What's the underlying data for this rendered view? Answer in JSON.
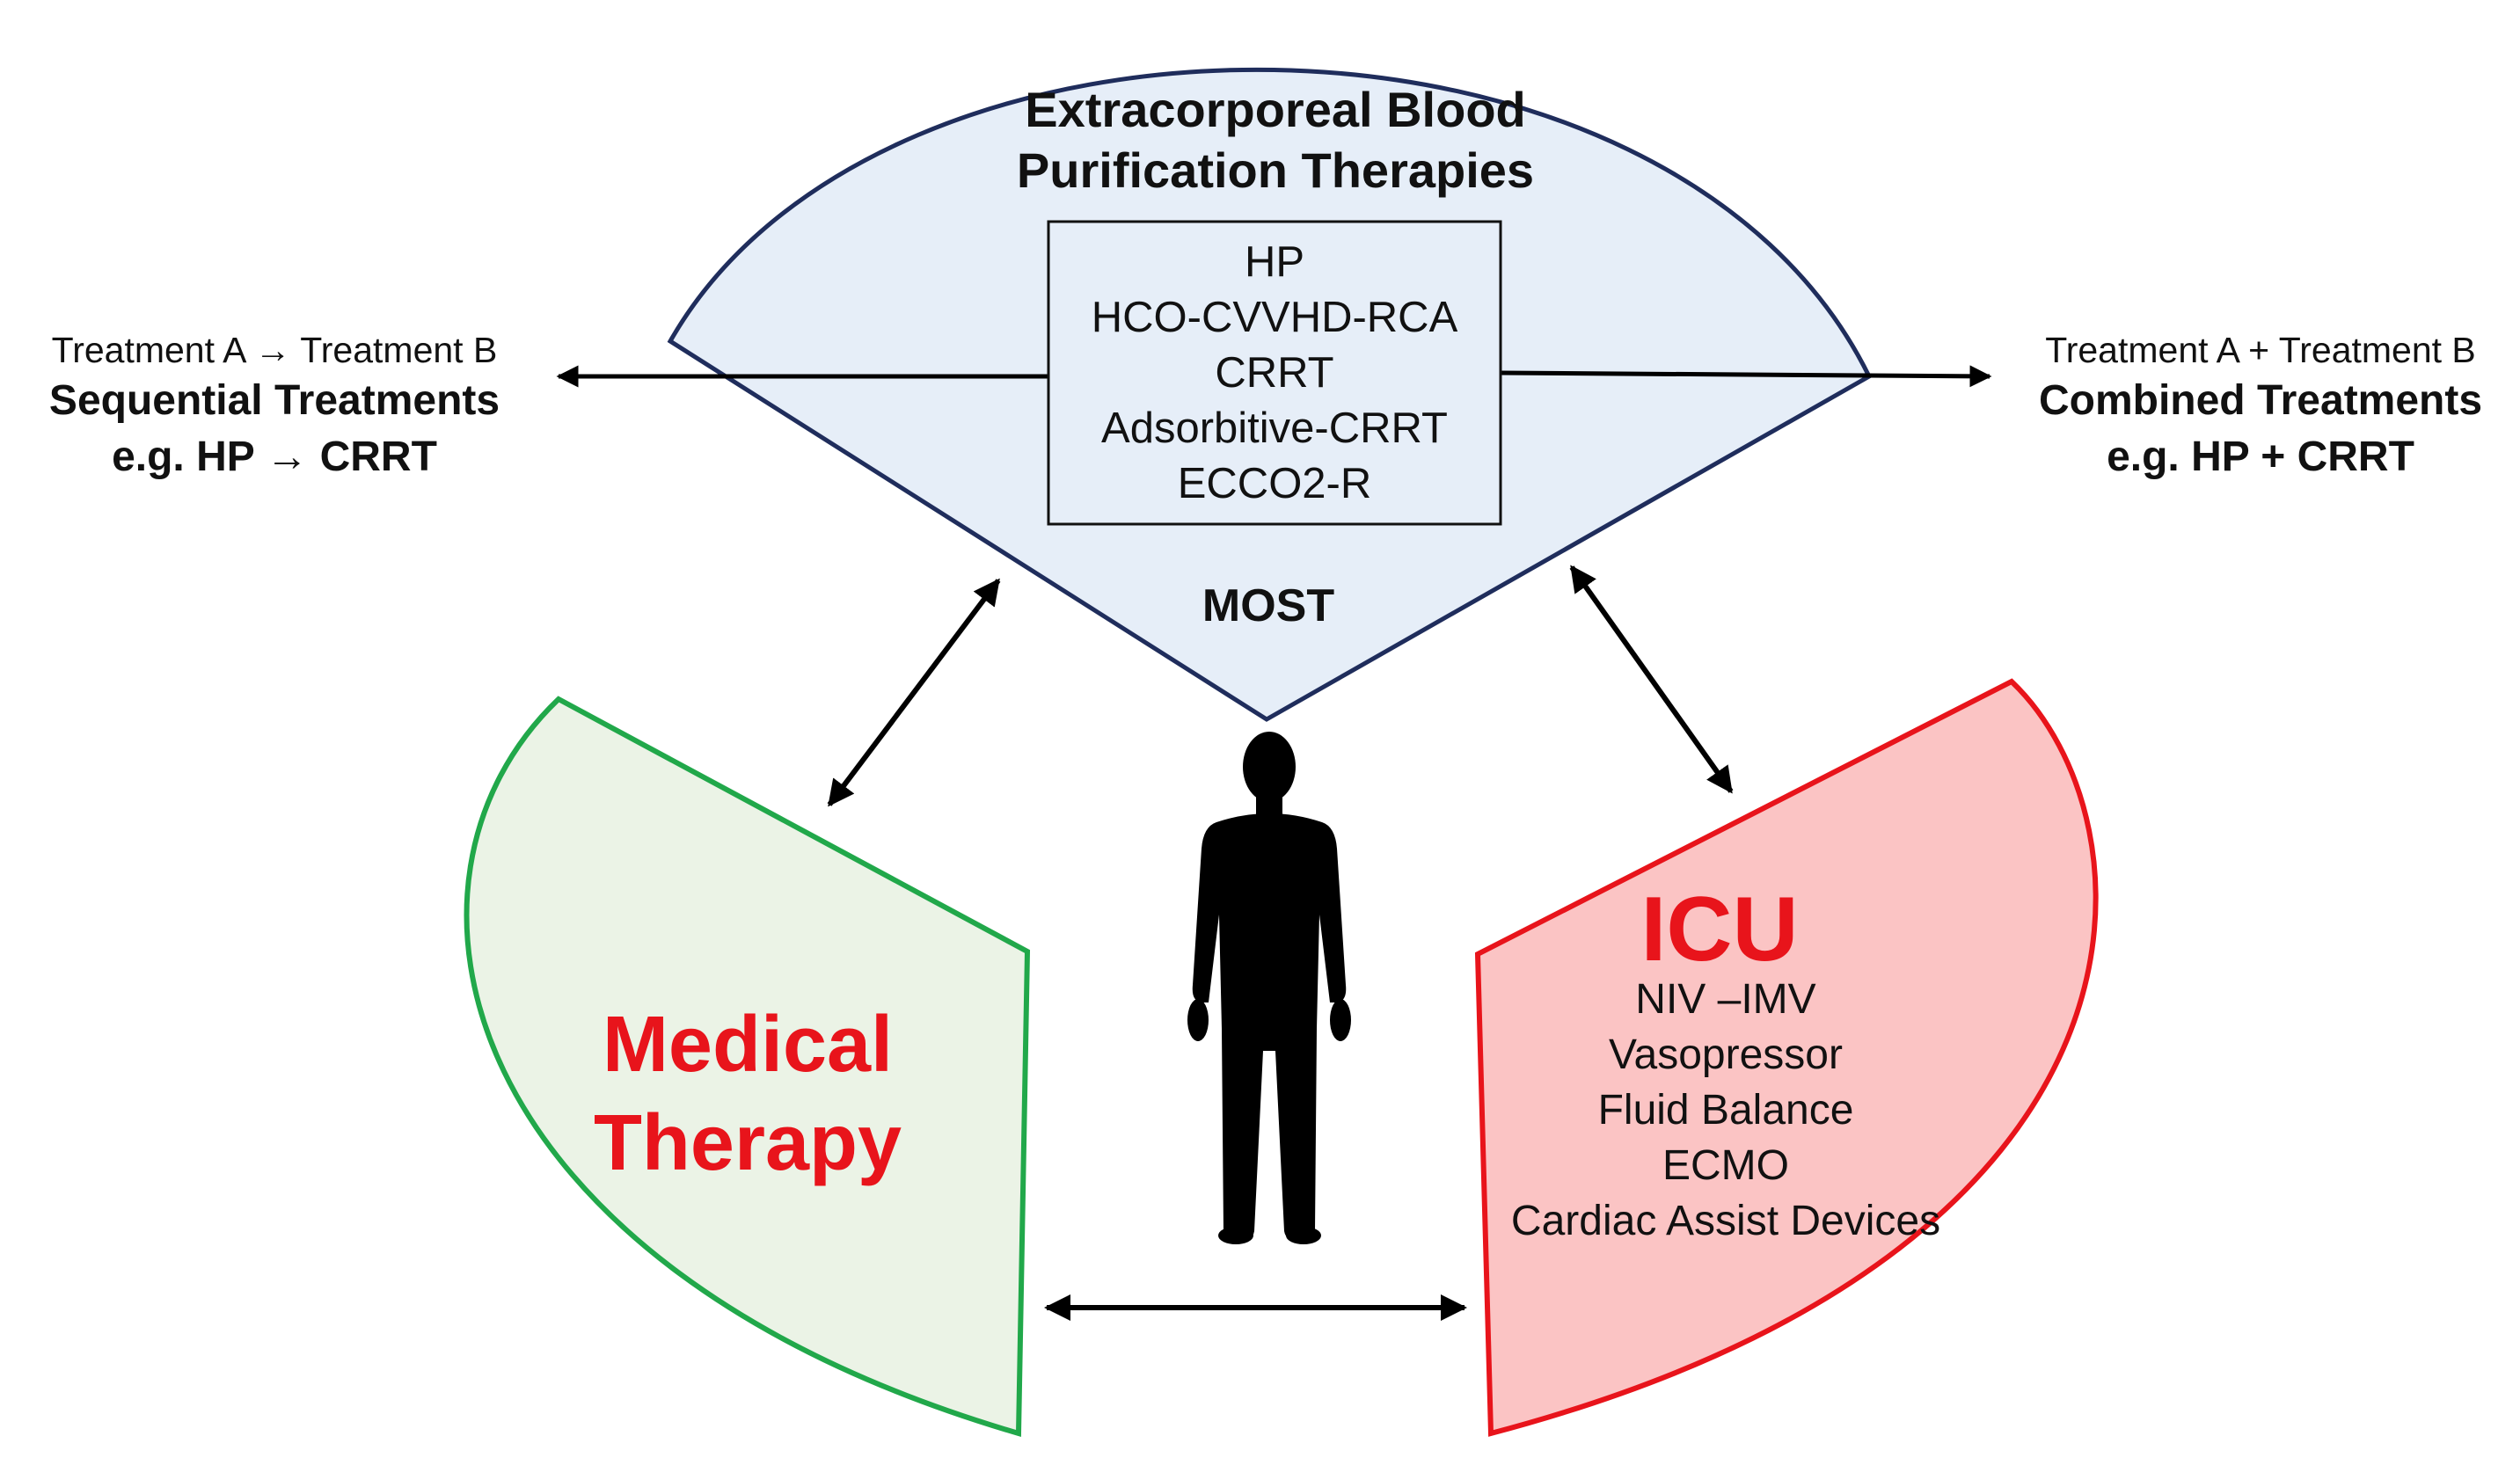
{
  "top_sector": {
    "title_lines": [
      "Extracorporeal Blood",
      "Purification Therapies"
    ],
    "therapies": [
      "HP",
      "HCO-CVVHD-RCA",
      "CRRT",
      "Adsorbitive-CRRT",
      "ECCO2-R"
    ],
    "bottom_label": "MOST",
    "fill": "#e6eef8",
    "stroke": "#1f2d5c"
  },
  "left_side": {
    "line1": "Treatment A → Treatment B",
    "line2": "Sequential Treatments",
    "line3": "e.g. HP → CRRT"
  },
  "right_side": {
    "line1": "Treatment A + Treatment B",
    "line2": "Combined Treatments",
    "line3": "e.g. HP + CRRT"
  },
  "medical_sector": {
    "title_lines": [
      "Medical",
      "Therapy"
    ],
    "fill": "#ebf3e6",
    "stroke": "#21a84a",
    "title_color": "#e8141b"
  },
  "icu_sector": {
    "title": "ICU",
    "items": [
      "NIV –IMV",
      "Vasopressor",
      "Fluid Balance",
      "ECMO",
      "Cardiac Assist Devices"
    ],
    "fill": "#fbc4c4",
    "stroke": "#e8141b",
    "title_color": "#e8141b"
  },
  "icons": {
    "patient": "human-silhouette-icon"
  }
}
